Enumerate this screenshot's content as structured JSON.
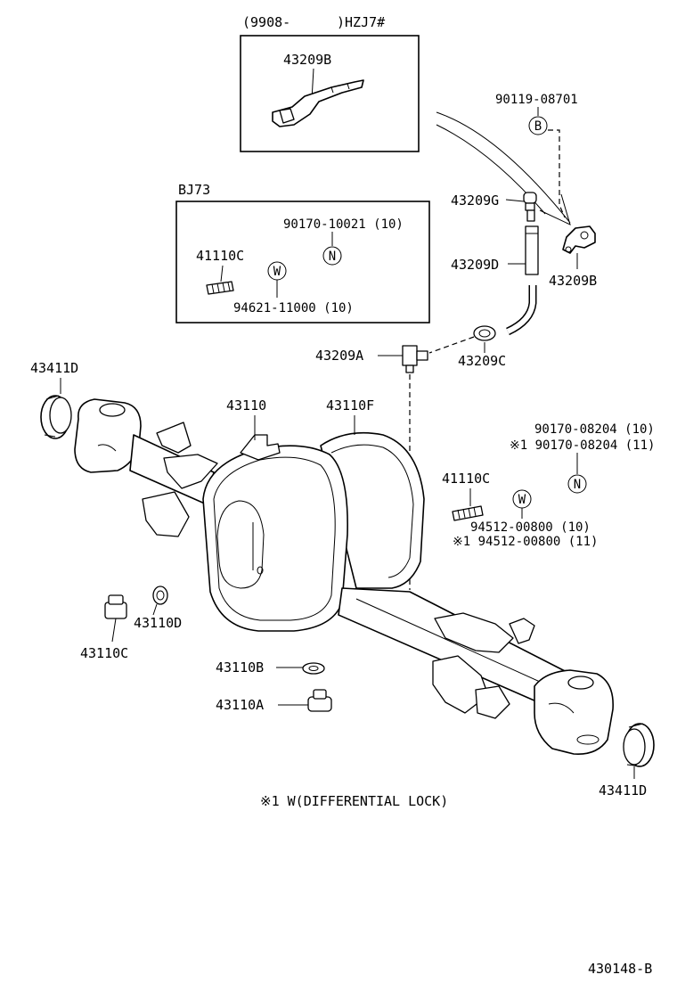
{
  "header": {
    "group_range": "(9908-",
    "group_model": ")HZJ7#",
    "bj_box_title": "BJ73"
  },
  "labels": {
    "p43209B_top": "43209B",
    "p90119": "90119-08701",
    "p43209G": "43209G",
    "p43209D": "43209D",
    "p43209B": "43209B",
    "p43209C": "43209C",
    "p43209A": "43209A",
    "bj_90170": "90170-10021 (10)",
    "bj_41110C": "41110C",
    "bj_94621": "94621-11000 (10)",
    "p43411D_left": "43411D",
    "p43110": "43110",
    "p43110F": "43110F",
    "p90170_a": "90170-08204 (10)",
    "p90170_b": "※1 90170-08204 (11)",
    "p41110C": "41110C",
    "p94512_a": "94512-00800 (10)",
    "p94512_b": "※1 94512-00800 (11)",
    "p43110D": "43110D",
    "p43110C": "43110C",
    "p43110B": "43110B",
    "p43110A": "43110A",
    "p43411D_right": "43411D"
  },
  "markers": {
    "B": "B",
    "N": "N",
    "W": "W"
  },
  "footnote": "※1 W(DIFFERENTIAL LOCK)",
  "figure_id": "430148-B"
}
